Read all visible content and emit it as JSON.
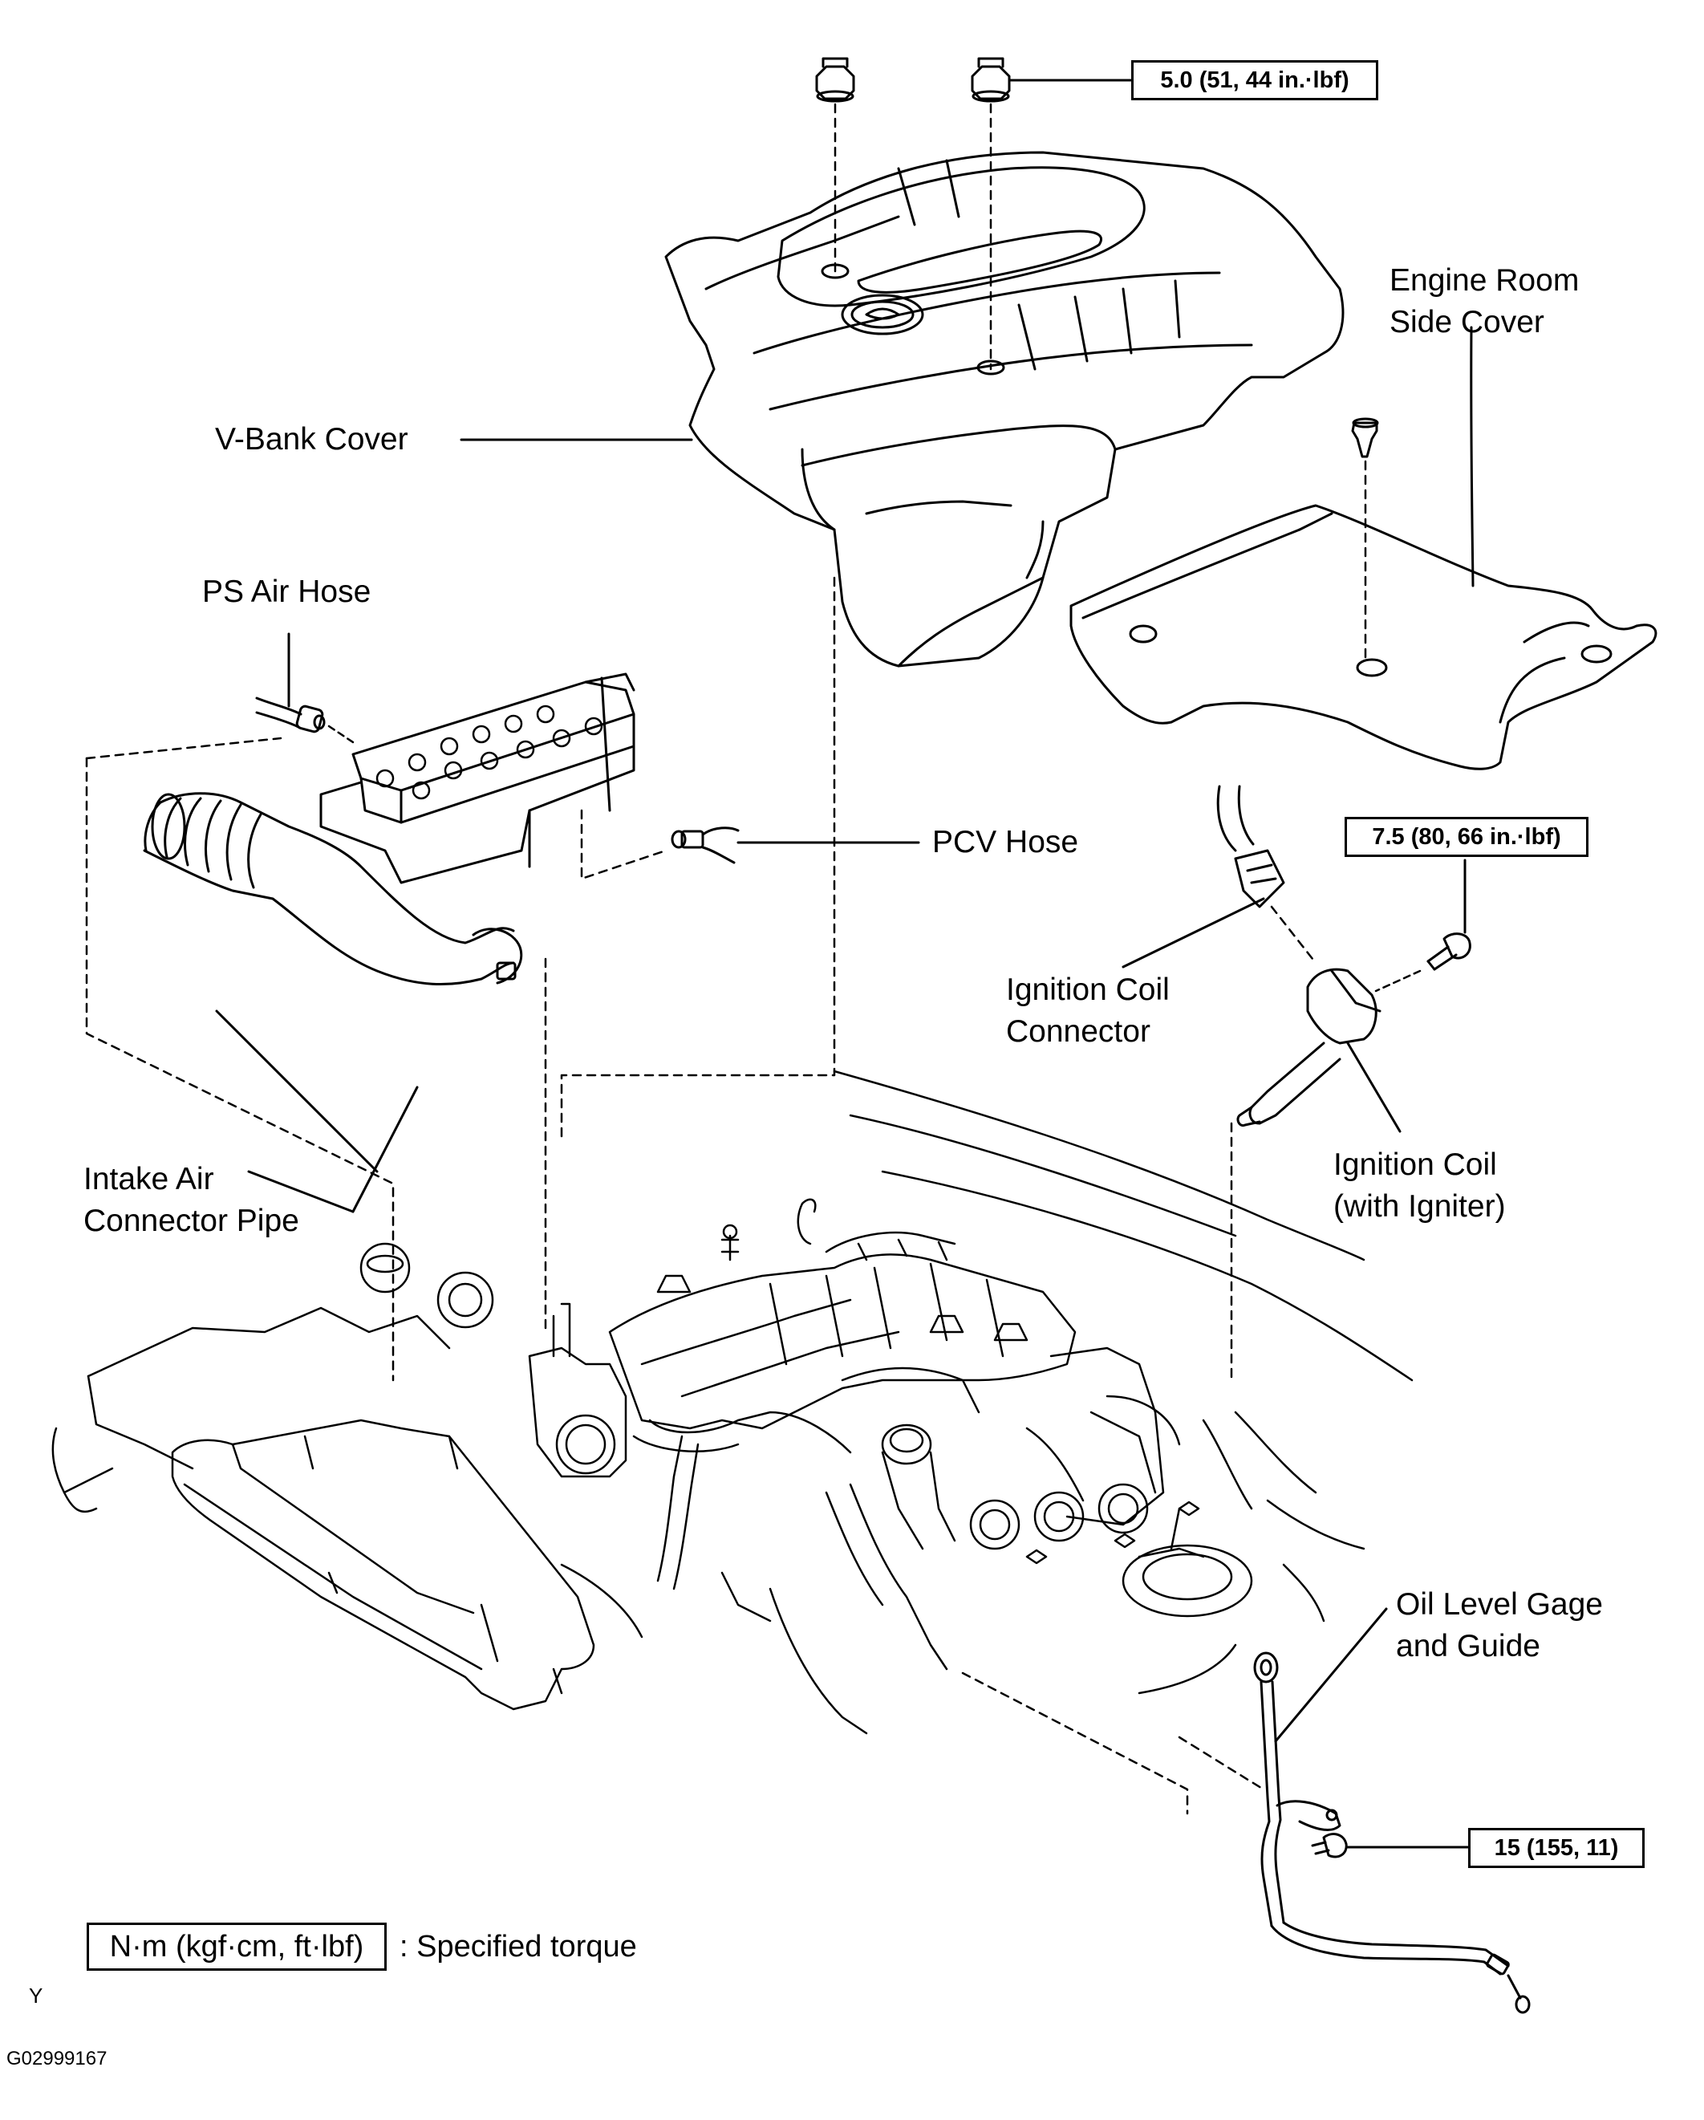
{
  "labels": {
    "engine_room_side_cover": [
      "Engine Room",
      "Side Cover"
    ],
    "v_bank_cover": "V-Bank  Cover",
    "ps_air_hose": "PS Air Hose",
    "pcv_hose": "PCV Hose",
    "ignition_coil_connector": [
      "Ignition Coil",
      "Connector"
    ],
    "ignition_coil": [
      "Ignition Coil",
      "(with Igniter)"
    ],
    "intake_air_connector_pipe": [
      "Intake Air",
      "Connector Pipe"
    ],
    "oil_level_gage": [
      "Oil Level Gage",
      "and Guide"
    ]
  },
  "torque": {
    "cover_nut": "5.0 (51, 44 in.·lbf)",
    "coil_bolt": "7.5 (80, 66 in.·lbf)",
    "guide_bolt": "15 (155, 11)"
  },
  "legend": {
    "unit": "N·m (kgf·cm, ft·lbf)",
    "description": ": Specified torque"
  },
  "footer": {
    "code_letter": "Y",
    "figure_id": "G02999167"
  }
}
